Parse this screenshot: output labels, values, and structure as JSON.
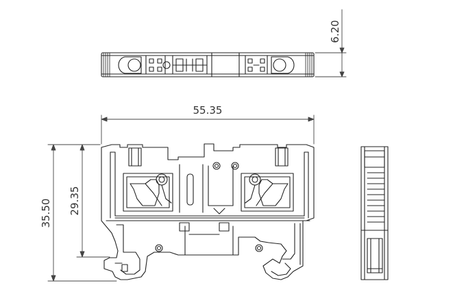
{
  "dimensions": {
    "top_height": "6.20",
    "width": "55.35",
    "inner_height": "29.35",
    "total_height": "35.50"
  },
  "colors": {
    "line": "#222222",
    "dim": "#444444",
    "text": "#333333",
    "background": "#ffffff"
  }
}
